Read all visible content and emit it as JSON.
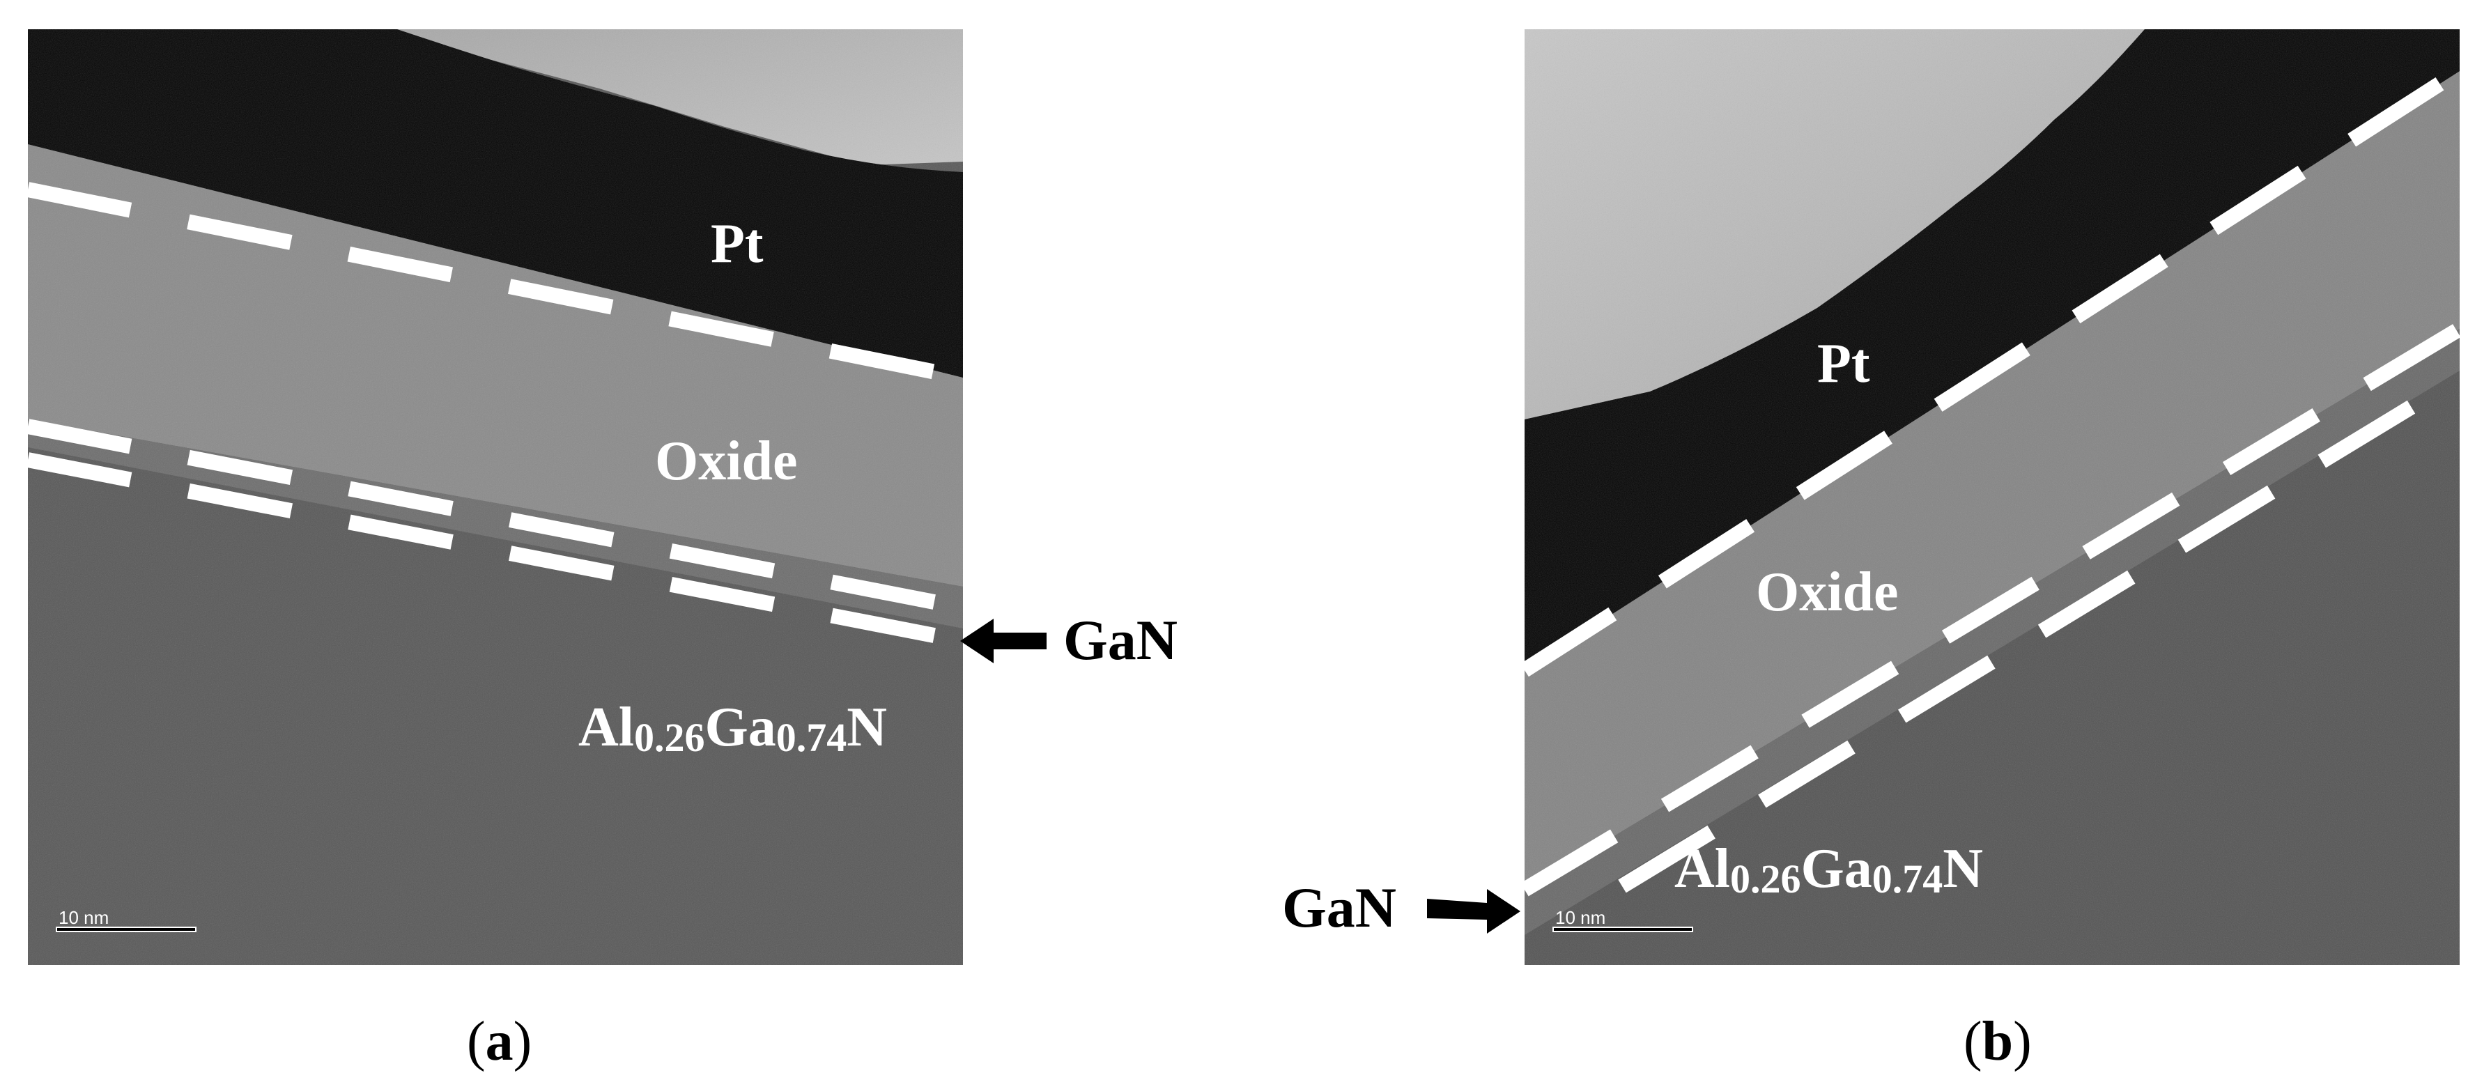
{
  "panel_a": {
    "layers": {
      "pt": "Pt",
      "oxide": "Oxide",
      "algan_prefix": "Al",
      "algan_sub1": "0.26",
      "algan_mid": "Ga",
      "algan_sub2": "0.74",
      "algan_suffix": "N"
    },
    "gan_label": "GaN",
    "scale_bar": "10 nm",
    "caption_letter": "a"
  },
  "panel_b": {
    "layers": {
      "pt": "Pt",
      "oxide": "Oxide",
      "algan_prefix": "Al",
      "algan_sub1": "0.26",
      "algan_mid": "Ga",
      "algan_sub2": "0.74",
      "algan_suffix": "N"
    },
    "gan_label": "GaN",
    "scale_bar": "10 nm",
    "caption_letter": "b"
  },
  "colors": {
    "pt_metal": "#050505",
    "vacuum_region": "#b8b8b8",
    "oxide_layer": "#8a8a8a",
    "algan_layer": "#5a5a5a",
    "interface_dashes": "#ffffff"
  }
}
